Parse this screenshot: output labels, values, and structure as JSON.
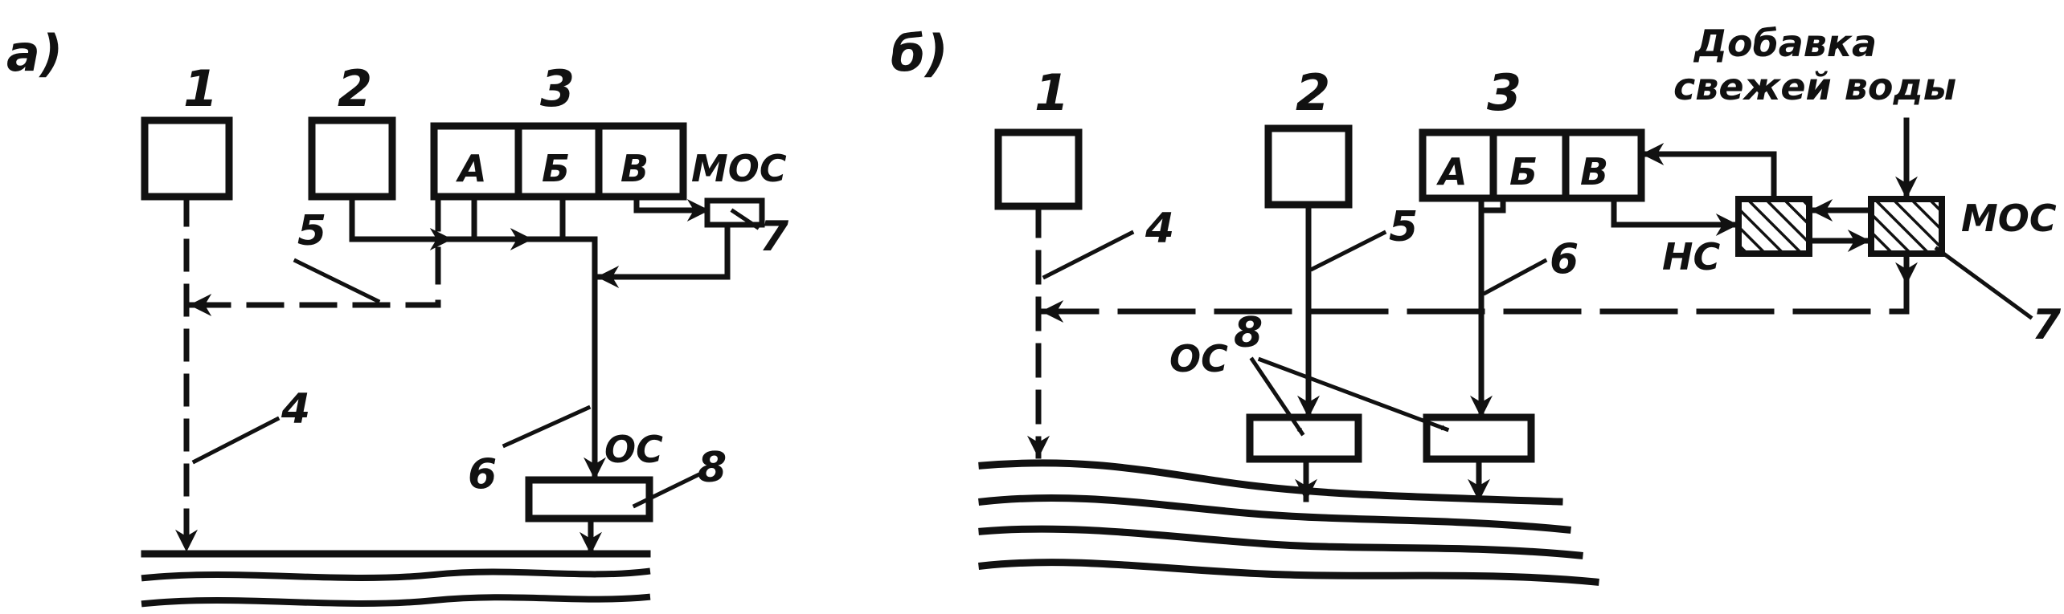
{
  "panel_a": {
    "label": "а)",
    "numbers": {
      "n1": "1",
      "n2": "2",
      "n3": "3",
      "n4": "4",
      "n5": "5",
      "n6": "6",
      "n7": "7",
      "n8": "8"
    },
    "units": {
      "A": "А",
      "B": "Б",
      "V": "В"
    },
    "mos": "МОС",
    "os": "ОС"
  },
  "panel_b": {
    "label": "б)",
    "numbers": {
      "n1": "1",
      "n2": "2",
      "n3": "3",
      "n4": "4",
      "n5": "5",
      "n6": "6",
      "n7": "7",
      "n8": "8"
    },
    "units": {
      "A": "А",
      "B": "Б",
      "V": "В"
    },
    "mos": "МОС",
    "ns": "НС",
    "os": "ОС",
    "fresh_water_line1": "Добавка",
    "fresh_water_line2": "свежей воды"
  }
}
